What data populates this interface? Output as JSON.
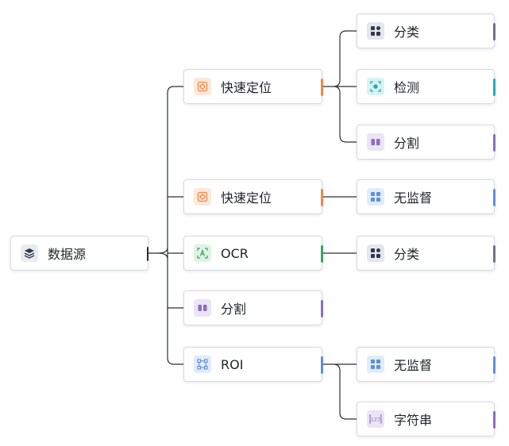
{
  "colors": {
    "edge": "#2a2f36",
    "orange": "#f0874a",
    "orange_bg": "#fde8da",
    "green": "#3aa65f",
    "green_bg": "#dff3e5",
    "purple": "#8a6cc4",
    "purple_bg": "#ebe4f7",
    "blue": "#5d8fd8",
    "blue_bg": "#e1ebfa",
    "navy": "#2f3a4d",
    "navy_bg": "#e4e7ed",
    "teal": "#1bb0b4",
    "teal_bg": "#d8f2f2",
    "root_icon_bg": "#e9ebee",
    "tab_gray": "#6d7585"
  },
  "root": {
    "label": "数据源",
    "icon": "layers-icon"
  },
  "level1": [
    {
      "label": "快速定位",
      "icon": "crosshair-icon",
      "accent": "orange"
    },
    {
      "label": "快速定位",
      "icon": "crosshair-icon",
      "accent": "orange"
    },
    {
      "label": "OCR",
      "icon": "text-scan-icon",
      "accent": "green"
    },
    {
      "label": "分割",
      "icon": "split-icon",
      "accent": "purple"
    },
    {
      "label": "ROI",
      "icon": "roi-icon",
      "accent": "blue"
    }
  ],
  "level2": [
    {
      "label": "分类",
      "icon": "grid-icon",
      "accent": "navy"
    },
    {
      "label": "检测",
      "icon": "detect-icon",
      "accent": "teal"
    },
    {
      "label": "分割",
      "icon": "split-icon",
      "accent": "purple"
    },
    {
      "label": "无监督",
      "icon": "grid-icon",
      "accent": "blue"
    },
    {
      "label": "分类",
      "icon": "grid-icon",
      "accent": "navy"
    },
    {
      "label": "无监督",
      "icon": "grid-icon",
      "accent": "blue"
    },
    {
      "label": "字符串",
      "icon": "number-string-icon",
      "accent": "purple"
    }
  ]
}
